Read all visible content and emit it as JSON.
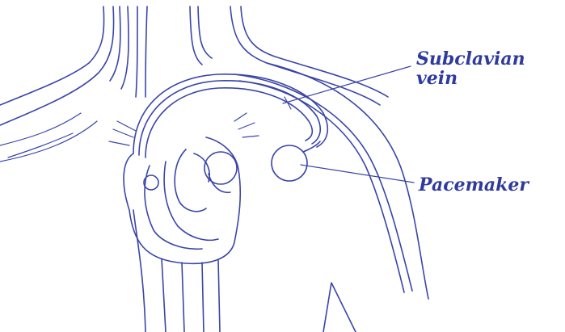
{
  "labels": {
    "subclavian_line1": "Subclavian",
    "subclavian_line2": "vein",
    "pacemaker": "Pacemaker"
  },
  "colors": {
    "line": "#3a45a8",
    "label": "#2e3a9e",
    "background": "#ffffff"
  }
}
